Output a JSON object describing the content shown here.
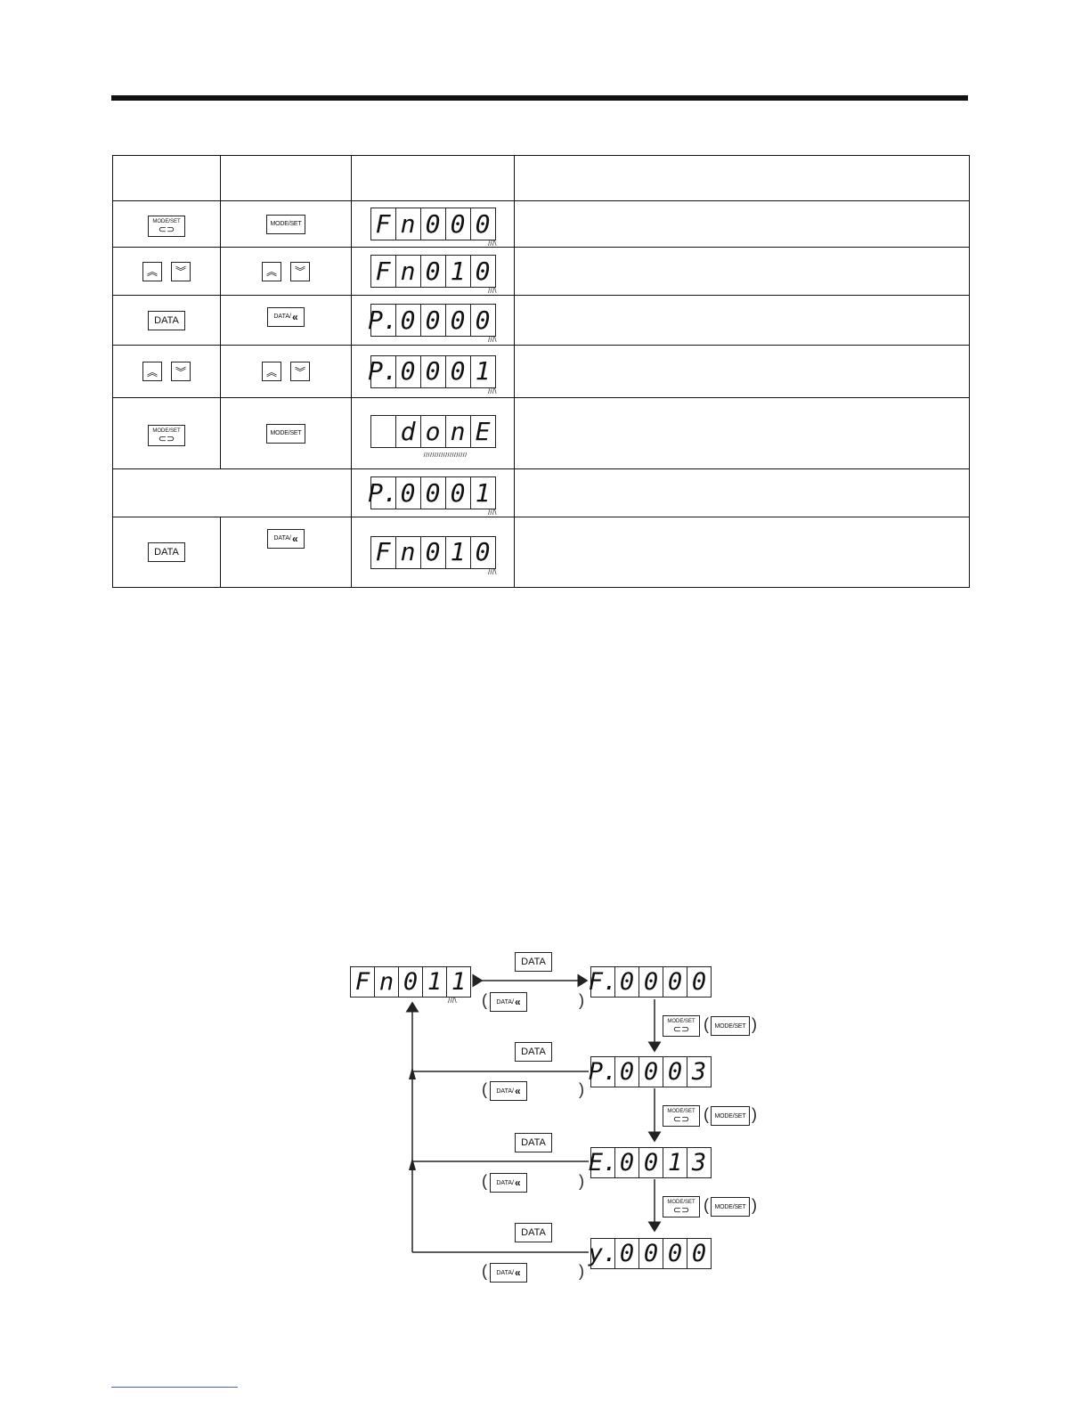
{
  "table": {
    "rows": [
      {
        "key1": {
          "type": "mode_set_icon",
          "label": "MODE/SET"
        },
        "key2": [
          {
            "type": "text",
            "label": "MODE/SET"
          }
        ],
        "display": [
          "F",
          "n",
          "0",
          "0",
          "0"
        ],
        "blink": "last"
      },
      {
        "key1": {
          "type": "updown",
          "up": "︽",
          "down": "︾"
        },
        "key2": [
          {
            "type": "updown",
            "up": "︽",
            "down": "︾"
          }
        ],
        "display": [
          "F",
          "n",
          "0",
          "1",
          "0"
        ],
        "blink": "last"
      },
      {
        "key1": {
          "type": "data",
          "label": "DATA"
        },
        "key2": [
          {
            "type": "datak",
            "label": "DATA/",
            "glyph": "«"
          }
        ],
        "display": [
          "P.",
          "0",
          "0",
          "0",
          "0"
        ],
        "blink": "last"
      },
      {
        "key1": {
          "type": "updown",
          "up": "︽",
          "down": "︾"
        },
        "key2": [
          {
            "type": "updown",
            "up": "︽",
            "down": "︾"
          }
        ],
        "display": [
          "P.",
          "0",
          "0",
          "0",
          "1"
        ],
        "blink": "last"
      },
      {
        "key1": {
          "type": "mode_set_icon",
          "label": "MODE/SET"
        },
        "key2": [
          {
            "type": "text",
            "label": "MODE/SET"
          }
        ],
        "display": [
          "",
          "d",
          "o",
          "n",
          "E"
        ],
        "blink": "all"
      },
      {
        "display": [
          "P.",
          "0",
          "0",
          "0",
          "1"
        ],
        "blink": "last"
      },
      {
        "key1": {
          "type": "data",
          "label": "DATA"
        },
        "key2": [
          {
            "type": "datak",
            "label": "DATA/",
            "glyph": "«"
          }
        ],
        "display": [
          "F",
          "n",
          "0",
          "1",
          "0"
        ],
        "blink": "last"
      }
    ]
  },
  "diagram": {
    "main_display": [
      "F",
      "n",
      "0",
      "1",
      "1"
    ],
    "displays": [
      [
        "F.",
        "0",
        "0",
        "0",
        "0"
      ],
      [
        "P.",
        "0",
        "0",
        "0",
        "3"
      ],
      [
        "E.",
        "0",
        "0",
        "1",
        "3"
      ],
      [
        "y.",
        "0",
        "0",
        "0",
        "0"
      ]
    ],
    "data_label": "DATA",
    "datak_label": "DATA/",
    "datak_glyph": "«",
    "mode_set_label": "MODE/SET",
    "mode_set_icon_top": "MODE/SET",
    "mode_set_icon_glyph": "⊂⊃",
    "open_paren": "(",
    "close_paren": ")"
  }
}
